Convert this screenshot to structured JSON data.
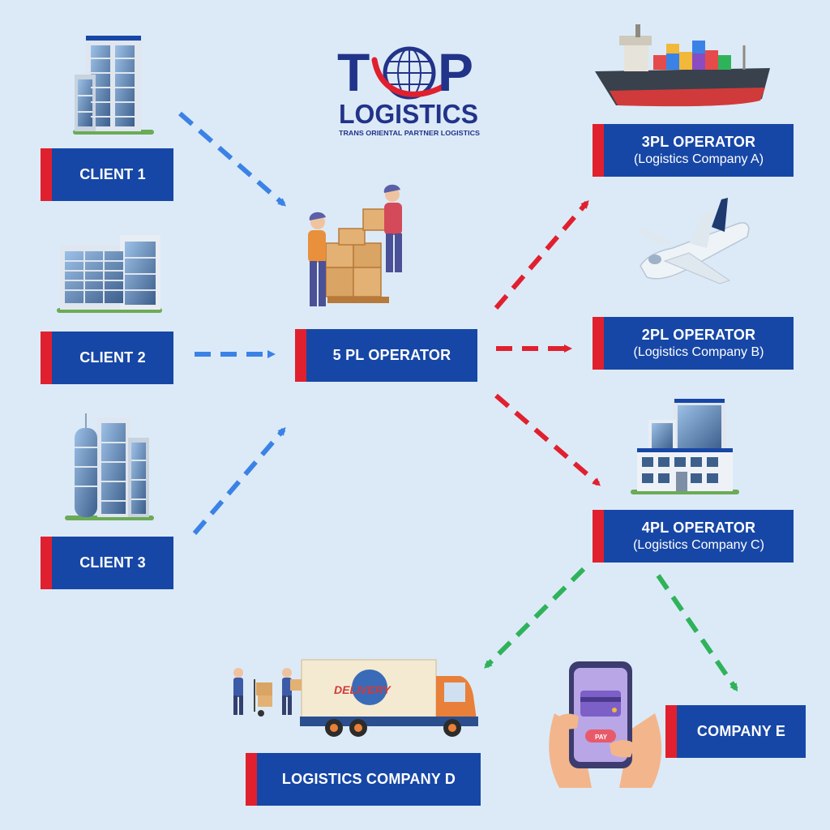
{
  "logo": {
    "letters_left": "T",
    "letters_right": "P",
    "word": "LOGISTICS",
    "tagline": "TRANS ORIENTAL PARTNER LOGISTICS"
  },
  "nodes": {
    "client1": {
      "label": "CLIENT 1"
    },
    "client2": {
      "label": "CLIENT 2"
    },
    "client3": {
      "label": "CLIENT 3"
    },
    "operator5pl": {
      "label": "5 PL OPERATOR"
    },
    "operator3pl": {
      "label": "3PL OPERATOR",
      "sub": "(Logistics Company A)"
    },
    "operator2pl": {
      "label": "2PL OPERATOR",
      "sub": "(Logistics Company B)"
    },
    "operator4pl": {
      "label": "4PL OPERATOR",
      "sub": "(Logistics Company C)"
    },
    "companyD": {
      "label": "LOGISTICS COMPANY D"
    },
    "companyE": {
      "label": "COMPANY E"
    }
  },
  "illustrations": {
    "truck_text": "DELIVERY",
    "phone_button": "PAY"
  },
  "colors": {
    "background": "#dceaf7",
    "box": "#1747a6",
    "accent": "#e0202e",
    "arrow_blue": "#3b82e6",
    "arrow_red": "#e0202e",
    "arrow_green": "#2fb35a"
  },
  "icons": [
    "office-building-icon",
    "workers-boxes-icon",
    "cargo-ship-icon",
    "airplane-icon",
    "warehouse-icon",
    "delivery-truck-icon",
    "phone-pay-icon",
    "globe-icon"
  ]
}
